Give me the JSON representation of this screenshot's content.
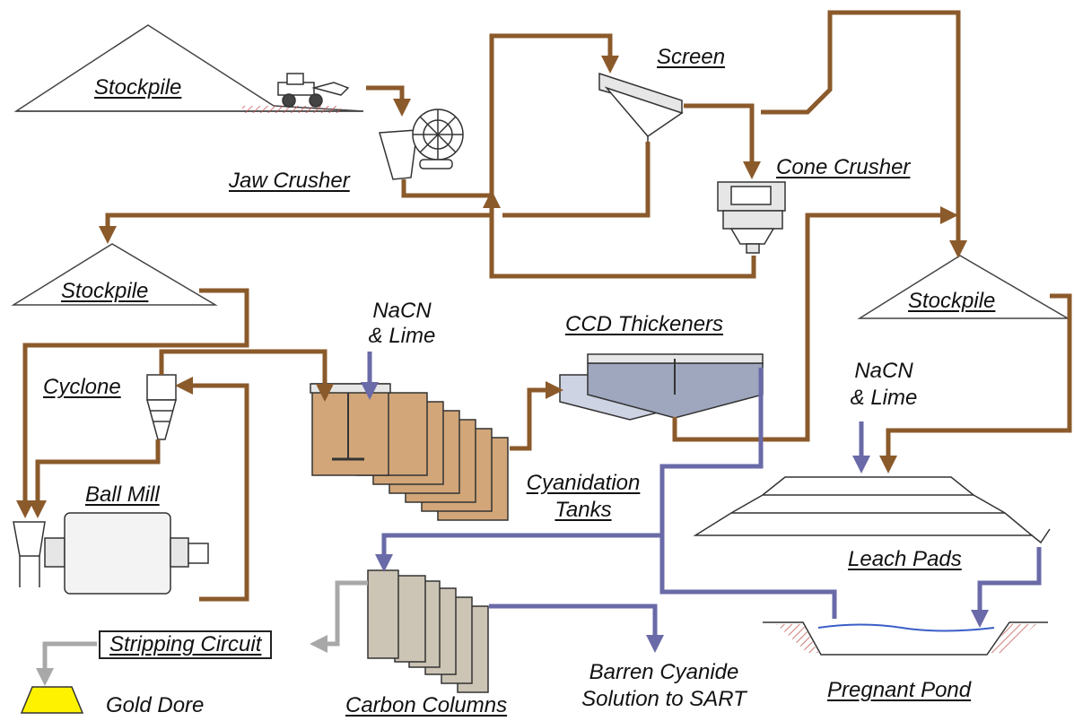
{
  "labels": {
    "stockpile_top": "Stockpile",
    "jaw_crusher": "Jaw Crusher",
    "screen": "Screen",
    "cone_crusher": "Cone Crusher",
    "stockpile_left": "Stockpile",
    "stockpile_right": "Stockpile",
    "nacn_tanks_1": "NaCN",
    "nacn_tanks_2": "& Lime",
    "ccd_thickeners": "CCD Thickeners",
    "cyclone": "Cyclone",
    "cyanidation_1": "Cyanidation",
    "cyanidation_2": "Tanks",
    "ball_mill": "Ball Mill",
    "nacn_pads_1": "NaCN",
    "nacn_pads_2": "& Lime",
    "leach_pads": "Leach Pads",
    "stripping_circuit": "Stripping Circuit",
    "carbon_columns": "Carbon Columns",
    "barren_1": "Barren Cyanide",
    "barren_2": "Solution to SART",
    "gold_dore": "Gold Dore",
    "pregnant_pond": "Pregnant Pond"
  },
  "colors": {
    "ore_flow": "#8B5A2B",
    "solution_flow": "#6A6AA8",
    "carbon_flow": "#A8A8A8",
    "gold": "#FFF200",
    "tank_fill": "#D2A679",
    "equipment_fill": "#E6E6E6",
    "ground_hatch": "#C0504D"
  }
}
